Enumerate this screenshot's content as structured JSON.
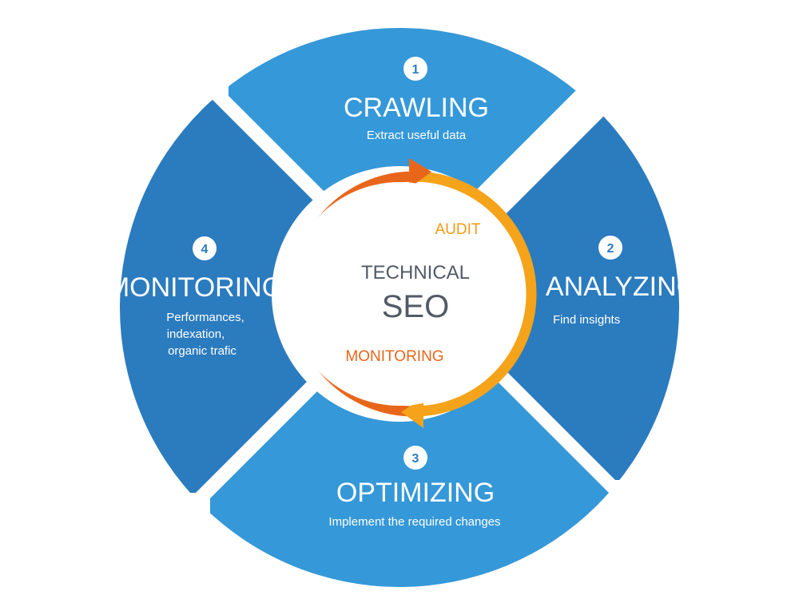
{
  "center": {
    "line1": "TECHNICAL",
    "line2": "SEO"
  },
  "ring_labels": {
    "top_right": "AUDIT",
    "bottom_left": "MONITORING"
  },
  "stages": [
    {
      "number": "1",
      "title": "CRAWLING",
      "lines": [
        "Extract useful data"
      ]
    },
    {
      "number": "2",
      "title": "ANALYZING",
      "lines": [
        "Find insights"
      ]
    },
    {
      "number": "3",
      "title": "OPTIMIZING",
      "lines": [
        "Implement the required changes"
      ]
    },
    {
      "number": "4",
      "title": "MONITORING",
      "lines": [
        "Performances,",
        "indexation,",
        "organic trafic"
      ]
    }
  ],
  "colors": {
    "segment_light": "#3598d8",
    "segment_dark": "#2b7bbf",
    "ring_orange_light": "#f5a31a",
    "ring_orange_dark": "#e8661a",
    "center_text": "#525a66",
    "badge_fill": "#ffffff"
  }
}
